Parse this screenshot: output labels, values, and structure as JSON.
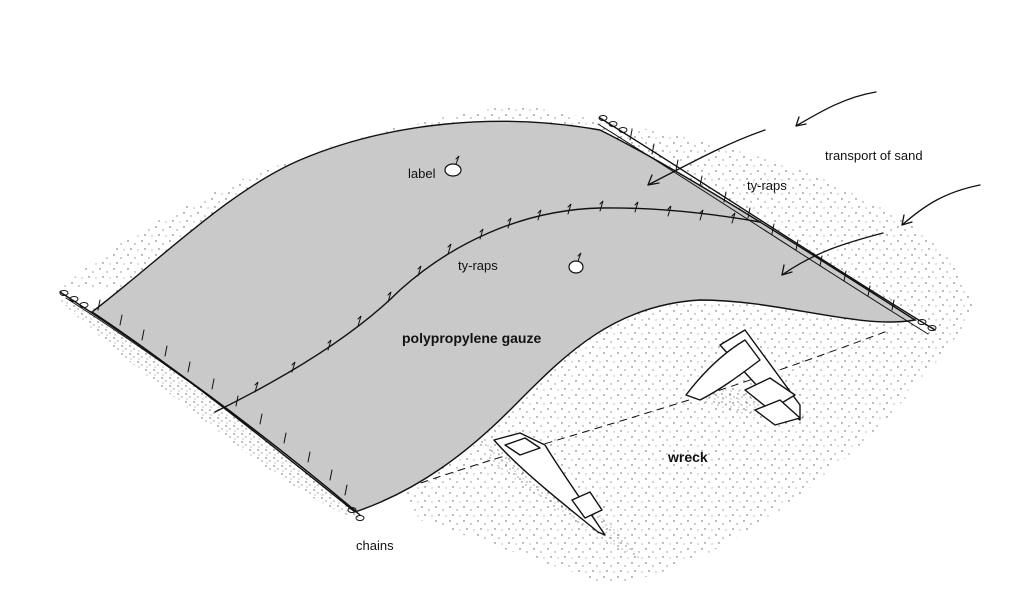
{
  "labels": {
    "transport": "transport of sand",
    "tyraps_top": "ty-raps",
    "label": "label",
    "tyraps_middle": "ty-raps",
    "gauze": "polypropylene gauze",
    "wreck": "wreck",
    "chains": "chains"
  },
  "colors": {
    "gauze_fill": "#c9c9c9",
    "ink": "#111111",
    "background": "#ffffff"
  }
}
